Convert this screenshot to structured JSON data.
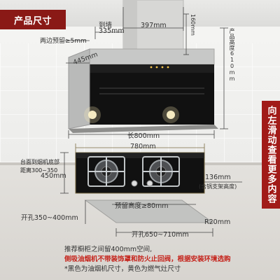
{
  "title": "产品尺寸",
  "side_banner": "向左滑动查看更多内容",
  "hood": {
    "top_width": "397mm",
    "depth": "335mm",
    "gap": "到墙",
    "side_gap": "两边预留≥5mm",
    "duct_height": "160mm",
    "product_height": "产品高度610mm",
    "side_depth": "445mm",
    "length": "长800mm"
  },
  "cooktop": {
    "width": "780mm",
    "depth": "450mm",
    "height": "136mm",
    "height_note": "(含锅支架高度)"
  },
  "distance_label_1": "台面到烟机底部",
  "distance_label_2": "距离300~350",
  "cutout": {
    "left_range": "开孔350~400mm",
    "reserve_height": "预留高度≥80mm",
    "radius": "R20mm",
    "bottom_range": "开孔650~710mm"
  },
  "notes": {
    "line1": "推荐橱柜之间留400mm空间,",
    "line2": "侧吸油烟机不带装饰罩和防火止回阀，根据安装环境选购",
    "line3": "*黑色为油烟机尺寸，黄色为燃气灶尺寸"
  },
  "colors": {
    "badge": "#8a1916",
    "banner": "#a11b18",
    "accent_text": "#c5231b",
    "hood_panel": "#111111",
    "dim_line": "#333333",
    "cooktop": "#111111"
  }
}
